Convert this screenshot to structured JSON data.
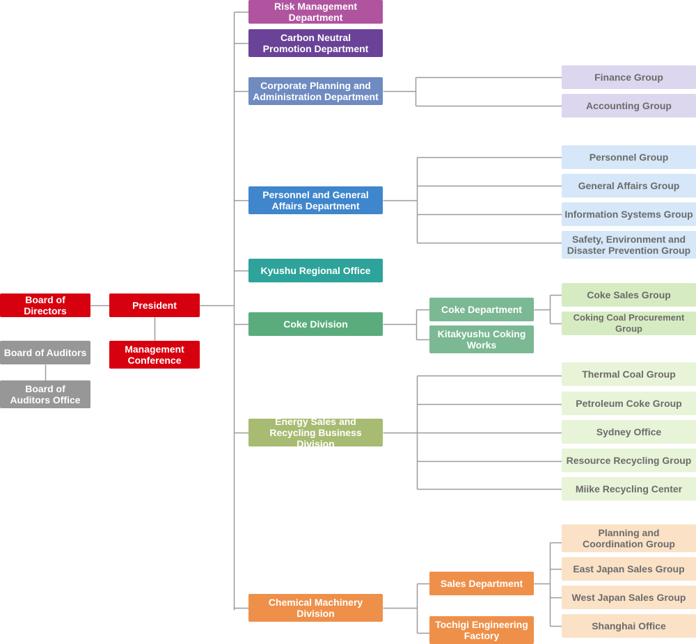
{
  "colors": {
    "red": "#d7000f",
    "gray": "#979797",
    "pink": "#b0549f",
    "purple": "#6a4297",
    "slate": "#6f8bc1",
    "blue": "#3f86cc",
    "teal": "#2ea39b",
    "green": "#5aac7c",
    "green_mid": "#7bb894",
    "olive": "#a8bb72",
    "orange": "#ee904a",
    "lavender": "#dcd7ef",
    "light_blue": "#d5e7f8",
    "light_green": "#d7ebc2",
    "pale_green": "#e8f4d8",
    "peach": "#fbe2c7",
    "connector": "#9a9a9a"
  },
  "nodes": {
    "board_of_directors": "Board of Directors",
    "president": "President",
    "board_of_auditors": "Board of Auditors",
    "management_conference": "Management\nConference",
    "board_of_auditors_office": "Board of\nAuditors Office",
    "risk_management": "Risk Management Department",
    "carbon_neutral": "Carbon Neutral\nPromotion Department",
    "corporate_planning": "Corporate Planning and\nAdministration Department",
    "finance_group": "Finance Group",
    "accounting_group": "Accounting Group",
    "personnel_general_affairs": "Personnel and General\nAffairs Department",
    "personnel_group": "Personnel Group",
    "general_affairs_group": "General Affairs Group",
    "information_systems_group": "Information Systems Group",
    "safety_group": "Safety, Environment and\nDisaster Prevention Group",
    "kyushu_office": "Kyushu Regional Office",
    "coke_division": "Coke Division",
    "coke_department": "Coke Department",
    "kitakyushu_works": "Kitakyushu Coking\nWorks",
    "coke_sales_group": "Coke Sales Group",
    "coking_coal_group": "Coking Coal Procurement Group",
    "energy_sales_division": "Energy Sales and\nRecycling Business Division",
    "thermal_coal_group": "Thermal Coal Group",
    "petroleum_coke_group": "Petroleum Coke Group",
    "sydney_office": "Sydney Office",
    "resource_recycling_group": "Resource Recycling Group",
    "miike_center": "Miike Recycling Center",
    "chemical_machinery_division": "Chemical Machinery\nDivision",
    "sales_department": "Sales Department",
    "tochigi_factory": "Tochigi Engineering\nFactory",
    "planning_coordination_group": "Planning and\nCoordination Group",
    "east_japan_group": "East Japan Sales Group",
    "west_japan_group": "West Japan Sales Group",
    "shanghai_office": "Shanghai Office"
  }
}
